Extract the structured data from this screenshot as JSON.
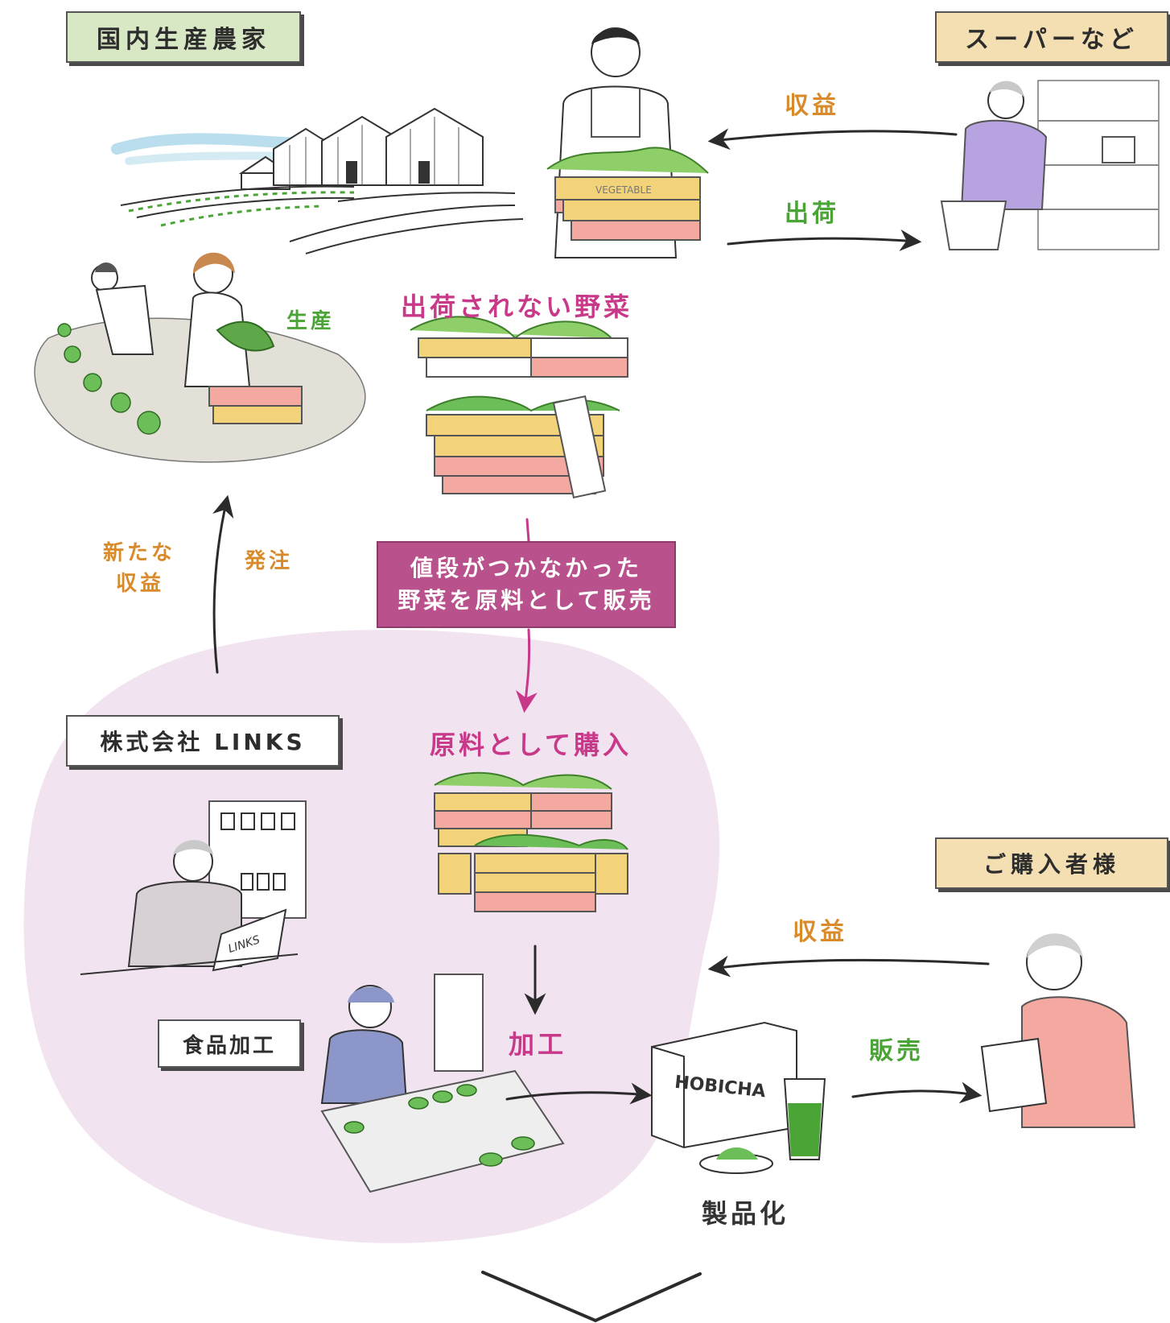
{
  "tags": {
    "farmers": "国内生産農家",
    "supermarket": "スーパーなど",
    "company": "株式会社 LINKS",
    "food_processing": "食品加工",
    "purchasers": "ご購入者様"
  },
  "labels": {
    "revenue_top": "収益",
    "shipping": "出荷",
    "production": "生産",
    "unshipped_vegetables": "出荷されない野菜",
    "new_revenue_line1": "新たな",
    "new_revenue_line2": "収益",
    "order": "発注",
    "purchase_as_raw": "原料として購入",
    "processing": "加工",
    "revenue_bottom": "収益",
    "sales": "販売",
    "productization": "製品化"
  },
  "callout": {
    "line1": "値段がつかなかった",
    "line2": "野菜を原料として販売"
  },
  "illustration_text": {
    "crate": "VEGETABLE",
    "laptop": "LINKS",
    "product_box": "HOBICHA"
  },
  "colors": {
    "orange": "#d98a2a",
    "green": "#4aa436",
    "pink": "#c8398a",
    "callout_bg": "#b8518c",
    "region_bg": "#f1e3ef",
    "tag_green": "#d9e8c4",
    "tag_beige": "#f4dfb3"
  }
}
